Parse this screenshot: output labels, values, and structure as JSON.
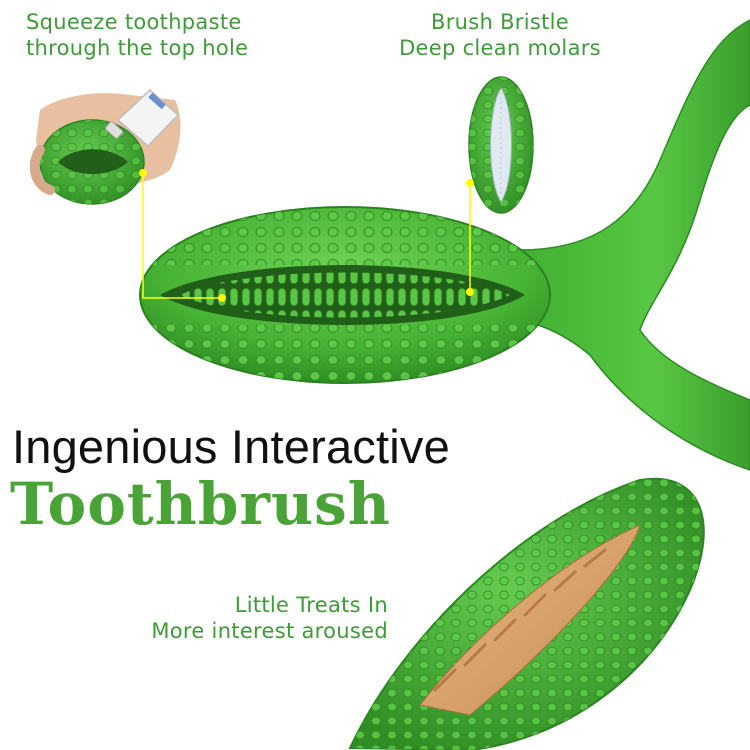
{
  "captions": {
    "top_left": {
      "line1": "Squeeze toothpaste",
      "line2": "through the top hole"
    },
    "top_right": {
      "line1": "Brush Bristle",
      "line2": "Deep clean molars"
    },
    "bottom_left": {
      "line1": "Little Treats In",
      "line2": "More interest aroused"
    }
  },
  "headline": {
    "top": "Ingenious Interactive",
    "main": "Toothbrush"
  },
  "icons": [
    "hand-photo",
    "toothpaste-tube-icon",
    "bristle-closeup",
    "toothbrush-toy",
    "treat-filled-toy",
    "callout-pointer"
  ],
  "colors": {
    "caption": "#3f9a3a",
    "headline_top": "#111111",
    "headline_main": "#4aa336",
    "toy_green": "#4fbf3a",
    "toy_dark": "#2e8a24",
    "callout": "#ffff00",
    "treat": "#d8a26a"
  }
}
